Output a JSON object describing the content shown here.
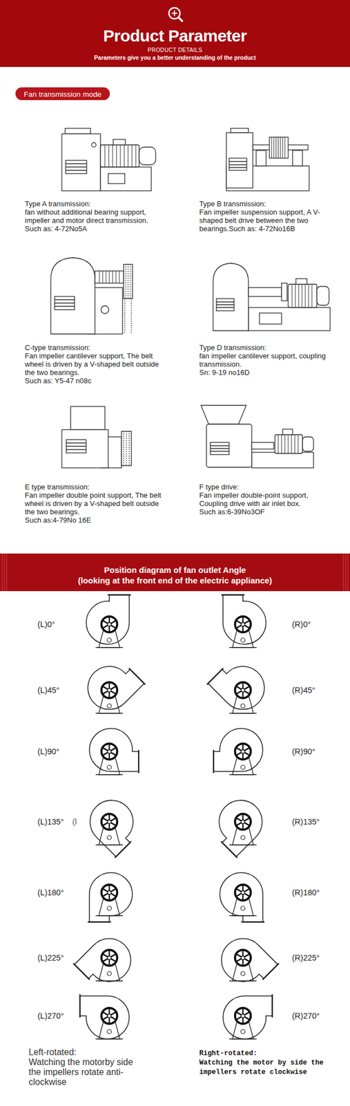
{
  "diagram": {
    "nodes": [
      {
        "text": [
          "Product Parameter",
          "PRODUCT DETAILS",
          "Parameters give you a better understanding of the product"
        ]
      },
      {
        "text": [
          "Fan transmission mode"
        ]
      },
      {
        "text": [
          "Position diagram of fan outlet Angle",
          "(looking at the front end of the electric appliance)"
        ]
      }
    ],
    "labels": [
      "Type A transmission:",
      "fan without additional bearing support, impeller and motor direct transmission.",
      "Such as: 4-72No5A",
      "Type B transmission:",
      "Fan impeller suspension support, A V-shaped belt drive between the two bearings.Such as: 4-72No16B",
      "C-type transmission:",
      "Fan impeller cantilever support, The belt wheel is driven by a V-shaped belt outside the two bearings.",
      "Such as: Y5-47 n08c",
      "Type D transmission:",
      "fan impeller cantilever support, coupling transmission.",
      "Sn: 9-19 no16D",
      "E type transmission:",
      "Fan impeller double point support, The belt wheel is driven by a V-shaped belt outside the two bearings.",
      "Such as:4-79No 16E",
      "F type drive:",
      "Fan impeller double-point support, Coupling drive with air inlet box.",
      "Such as:6-39No3OF",
      "(L)0°",
      "(R)0°",
      "(L)45°",
      "(R)45°",
      "(L)90°",
      "(R)90°",
      "(L)135°",
      "(l",
      "(R)135°",
      "(L)180°",
      "(R)180°",
      "(L)225°",
      "(R)225°",
      "(L)270°",
      "(R)270°",
      "Left-rotated:",
      "Watching the motorby side the impellers rotate anti-clockwise",
      "Right-rotated:",
      "Watching the motor by side the impellers rotate clockwise"
    ]
  }
}
